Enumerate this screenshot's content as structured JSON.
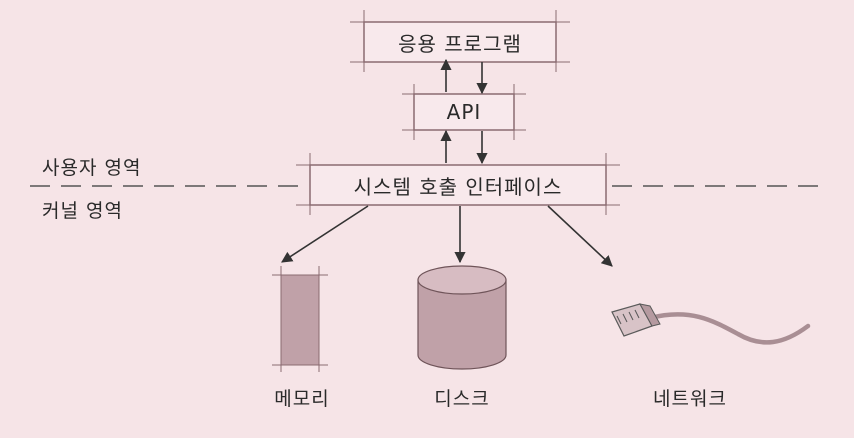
{
  "diagram": {
    "boxes": {
      "app": "응용 프로그램",
      "api": "API",
      "syscall": "시스템 호출 인터페이스"
    },
    "regions": {
      "user": "사용자 영역",
      "kernel": "커널 영역"
    },
    "devices": {
      "memory": "메모리",
      "disk": "디스크",
      "network": "네트워크"
    },
    "colors": {
      "background": "#f6e4e7",
      "box_border": "#8a6b71",
      "device_fill": "#c0a1a8",
      "line": "#333333"
    }
  }
}
